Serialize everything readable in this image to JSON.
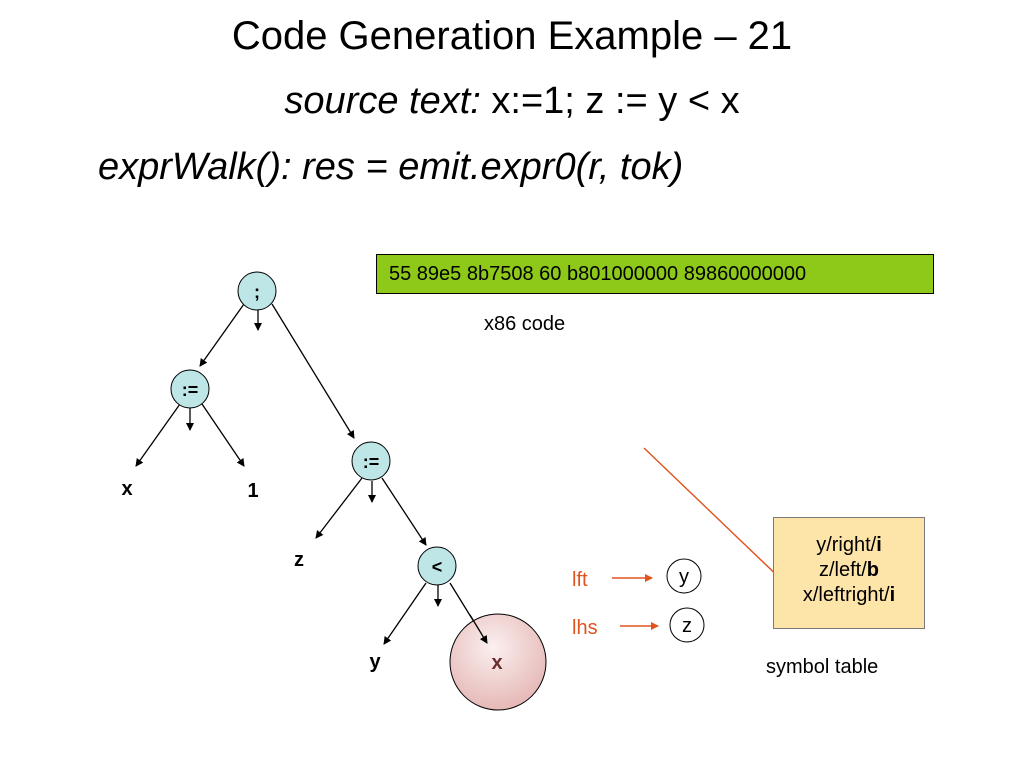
{
  "slide": {
    "title": "Code Generation Example – 21",
    "source_label": "source text:",
    "source_code": " x:=1; z := y < x",
    "walk_text": "exprWalk(): res = emit.expr0(r, tok)"
  },
  "x86": {
    "code": "55 89e5 8b7508 60 b801000000 89860000000",
    "caption": "x86 code",
    "box_color": "#8ec919"
  },
  "tree": {
    "root": ";",
    "assign1": ":=",
    "assign2": ":=",
    "less": "<",
    "leaf_x1": "x",
    "leaf_1": "1",
    "leaf_z": "z",
    "leaf_y": "y",
    "leaf_x2": "x",
    "node_color": "#bfe6e7",
    "highlight_color": "#ecc8c6"
  },
  "pointers": {
    "lft_label": "lft",
    "lft_value": "y",
    "lhs_label": "lhs",
    "lhs_value": "z",
    "color": "#e0521f"
  },
  "symbol_table": {
    "rows": [
      {
        "name": "y/right/",
        "kind": "i"
      },
      {
        "name": "z/left/",
        "kind": "b"
      },
      {
        "name": "x/leftright/",
        "kind": "i"
      }
    ],
    "caption": "symbol table",
    "box_color": "#fde4a8"
  }
}
